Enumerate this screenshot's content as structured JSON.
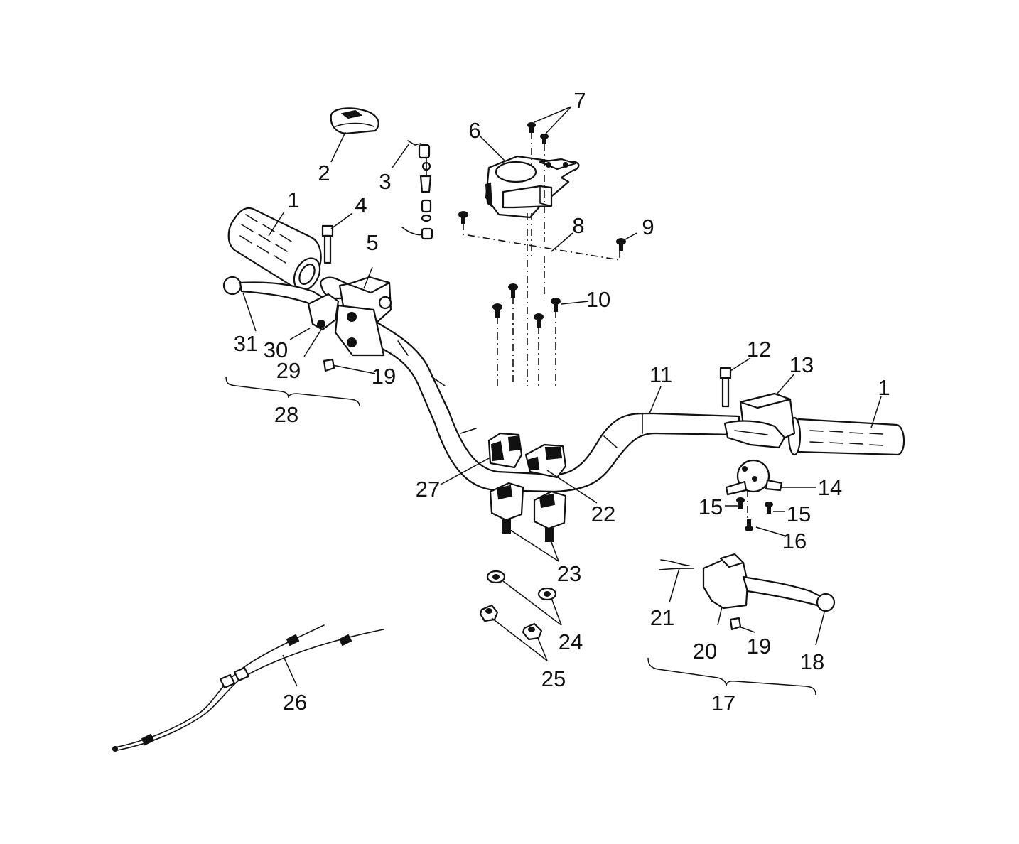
{
  "callouts": {
    "c1a": "1",
    "c1b": "1",
    "c2": "2",
    "c3": "3",
    "c4": "4",
    "c5": "5",
    "c6": "6",
    "c7": "7",
    "c8": "8",
    "c9": "9",
    "c10": "10",
    "c11": "11",
    "c12": "12",
    "c13": "13",
    "c14": "14",
    "c15a": "15",
    "c15b": "15",
    "c16": "16",
    "c17": "17",
    "c18": "18",
    "c19a": "19",
    "c19b": "19",
    "c20": "20",
    "c21": "21",
    "c22": "22",
    "c23": "23",
    "c24": "24",
    "c25": "25",
    "c26": "26",
    "c27": "27",
    "c28": "28",
    "c29": "29",
    "c30": "30",
    "c31": "31"
  }
}
